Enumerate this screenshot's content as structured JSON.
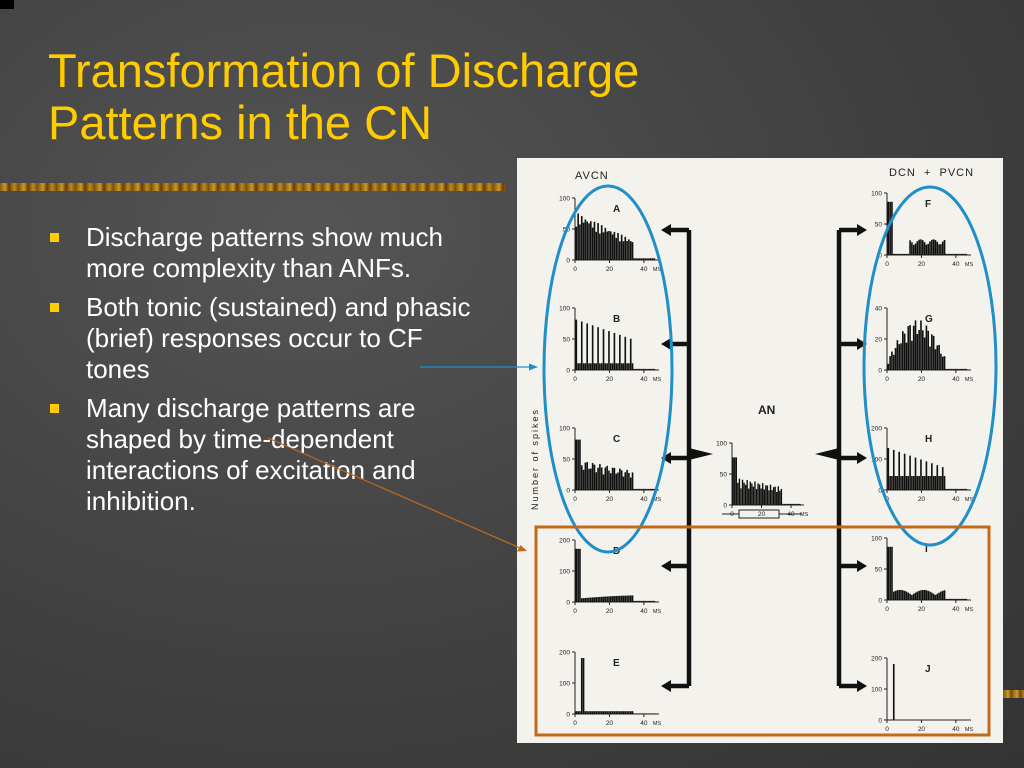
{
  "slide": {
    "title_line1": "Transformation of Discharge",
    "title_line2": "Patterns in the CN"
  },
  "bullets": [
    "Discharge patterns show much more complexity than ANFs.",
    "Both tonic (sustained) and phasic (brief) responses occur to CF tones",
    "Many discharge patterns are shaped by time-dependent interactions of excitation and inhibition."
  ],
  "figure": {
    "left_group_label": "AVCN",
    "right_group_label": "DCN  +  PVCN",
    "center_label": "AN",
    "y_axis_label": "Number of spikes",
    "x_unit": "MS",
    "panels": {
      "A": {
        "label": "A",
        "yticks": [
          "100",
          "50",
          "0"
        ],
        "xticks": [
          "0",
          "20",
          "40"
        ]
      },
      "B": {
        "label": "B",
        "yticks": [
          "100",
          "50",
          "0"
        ],
        "xticks": [
          "0",
          "20",
          "40"
        ]
      },
      "C": {
        "label": "C",
        "yticks": [
          "100",
          "50",
          "0"
        ],
        "xticks": [
          "0",
          "20",
          "40"
        ]
      },
      "D": {
        "label": "D",
        "yticks": [
          "200",
          "100",
          "0"
        ],
        "xticks": [
          "0",
          "20",
          "40"
        ]
      },
      "E": {
        "label": "E",
        "yticks": [
          "200",
          "100",
          "0"
        ],
        "xticks": [
          "0",
          "20",
          "40"
        ]
      },
      "F": {
        "label": "F",
        "yticks": [
          "100",
          "50",
          "0"
        ],
        "xticks": [
          "0",
          "20",
          "40"
        ]
      },
      "G": {
        "label": "G",
        "yticks": [
          "40",
          "20",
          "0"
        ],
        "xticks": [
          "0",
          "20",
          "40"
        ]
      },
      "H": {
        "label": "H",
        "yticks": [
          "200",
          "100",
          "0"
        ],
        "xticks": [
          "0",
          "20",
          "40"
        ]
      },
      "I": {
        "label": "I",
        "yticks": [
          "100",
          "50",
          "0"
        ],
        "xticks": [
          "0",
          "20",
          "40"
        ]
      },
      "J": {
        "label": "J",
        "yticks": [
          "200",
          "100",
          "0"
        ],
        "xticks": [
          "0",
          "20",
          "40"
        ]
      },
      "AN": {
        "label": "AN",
        "yticks": [
          "100",
          "50",
          "0"
        ],
        "xticks": [
          "0",
          "20",
          "40"
        ]
      }
    }
  },
  "colors": {
    "title": "#ffcc00",
    "bullet_marker": "#ffcc00",
    "ellipse": "#1f8fc9",
    "box": "#c2691a",
    "pointer_blue": "#1f8fc9",
    "pointer_orange": "#c2691a"
  }
}
